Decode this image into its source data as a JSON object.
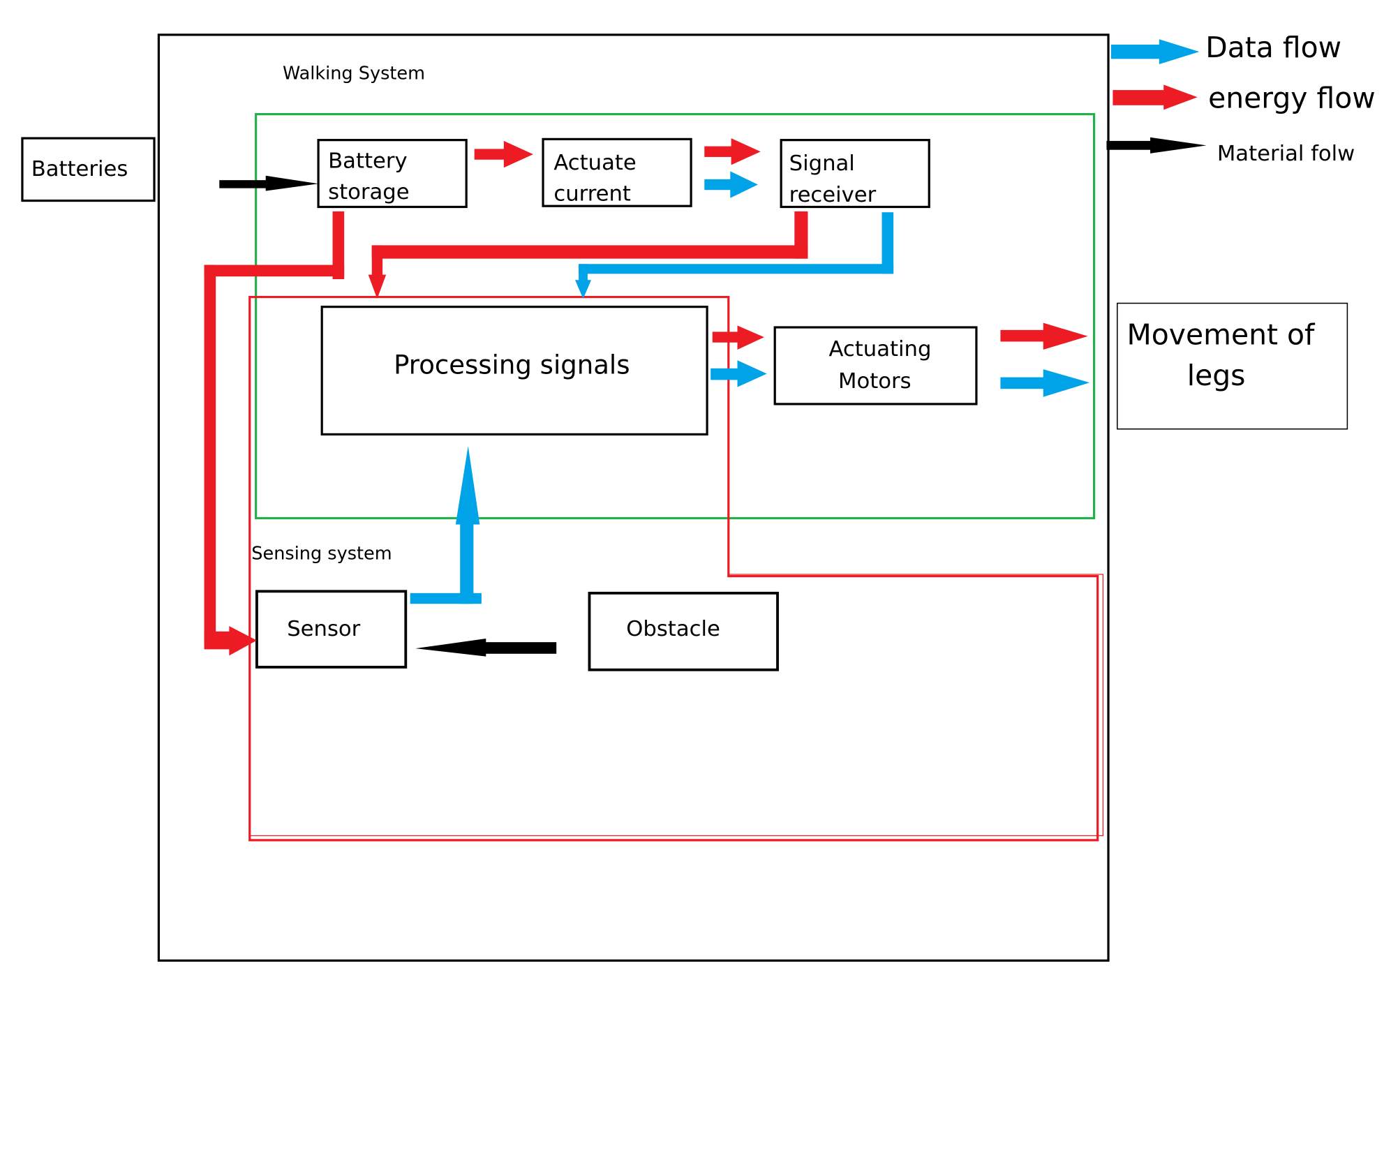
{
  "diagram": {
    "title_walking": "Walking  System",
    "title_sensing": "Sensing  system",
    "blocks": {
      "batteries": "Batteries",
      "battery_storage": [
        "Battery",
        "storage"
      ],
      "actuate_current": [
        "Actuate",
        "current"
      ],
      "signal_receiver": [
        "Signal",
        "receiver"
      ],
      "processing_signals": "Processing signals",
      "actuating_motors": [
        "Actuating",
        "Motors"
      ],
      "movement_of_legs": [
        "Movement of",
        "legs"
      ],
      "sensor": "Sensor",
      "obstacle": "Obstacle"
    },
    "legend": [
      {
        "label": "Data flow",
        "kind": "data",
        "color": "#00A2E8"
      },
      {
        "label": "energy flow",
        "kind": "energy",
        "color": "#ED1C24"
      },
      {
        "label": "Material folw",
        "kind": "material",
        "color": "#000000"
      }
    ],
    "colors": {
      "data": "#00A2E8",
      "energy": "#ED1C24",
      "material": "#000000",
      "walking_boundary": "#22B14C",
      "sensing_boundary": "#ED1C24"
    }
  }
}
